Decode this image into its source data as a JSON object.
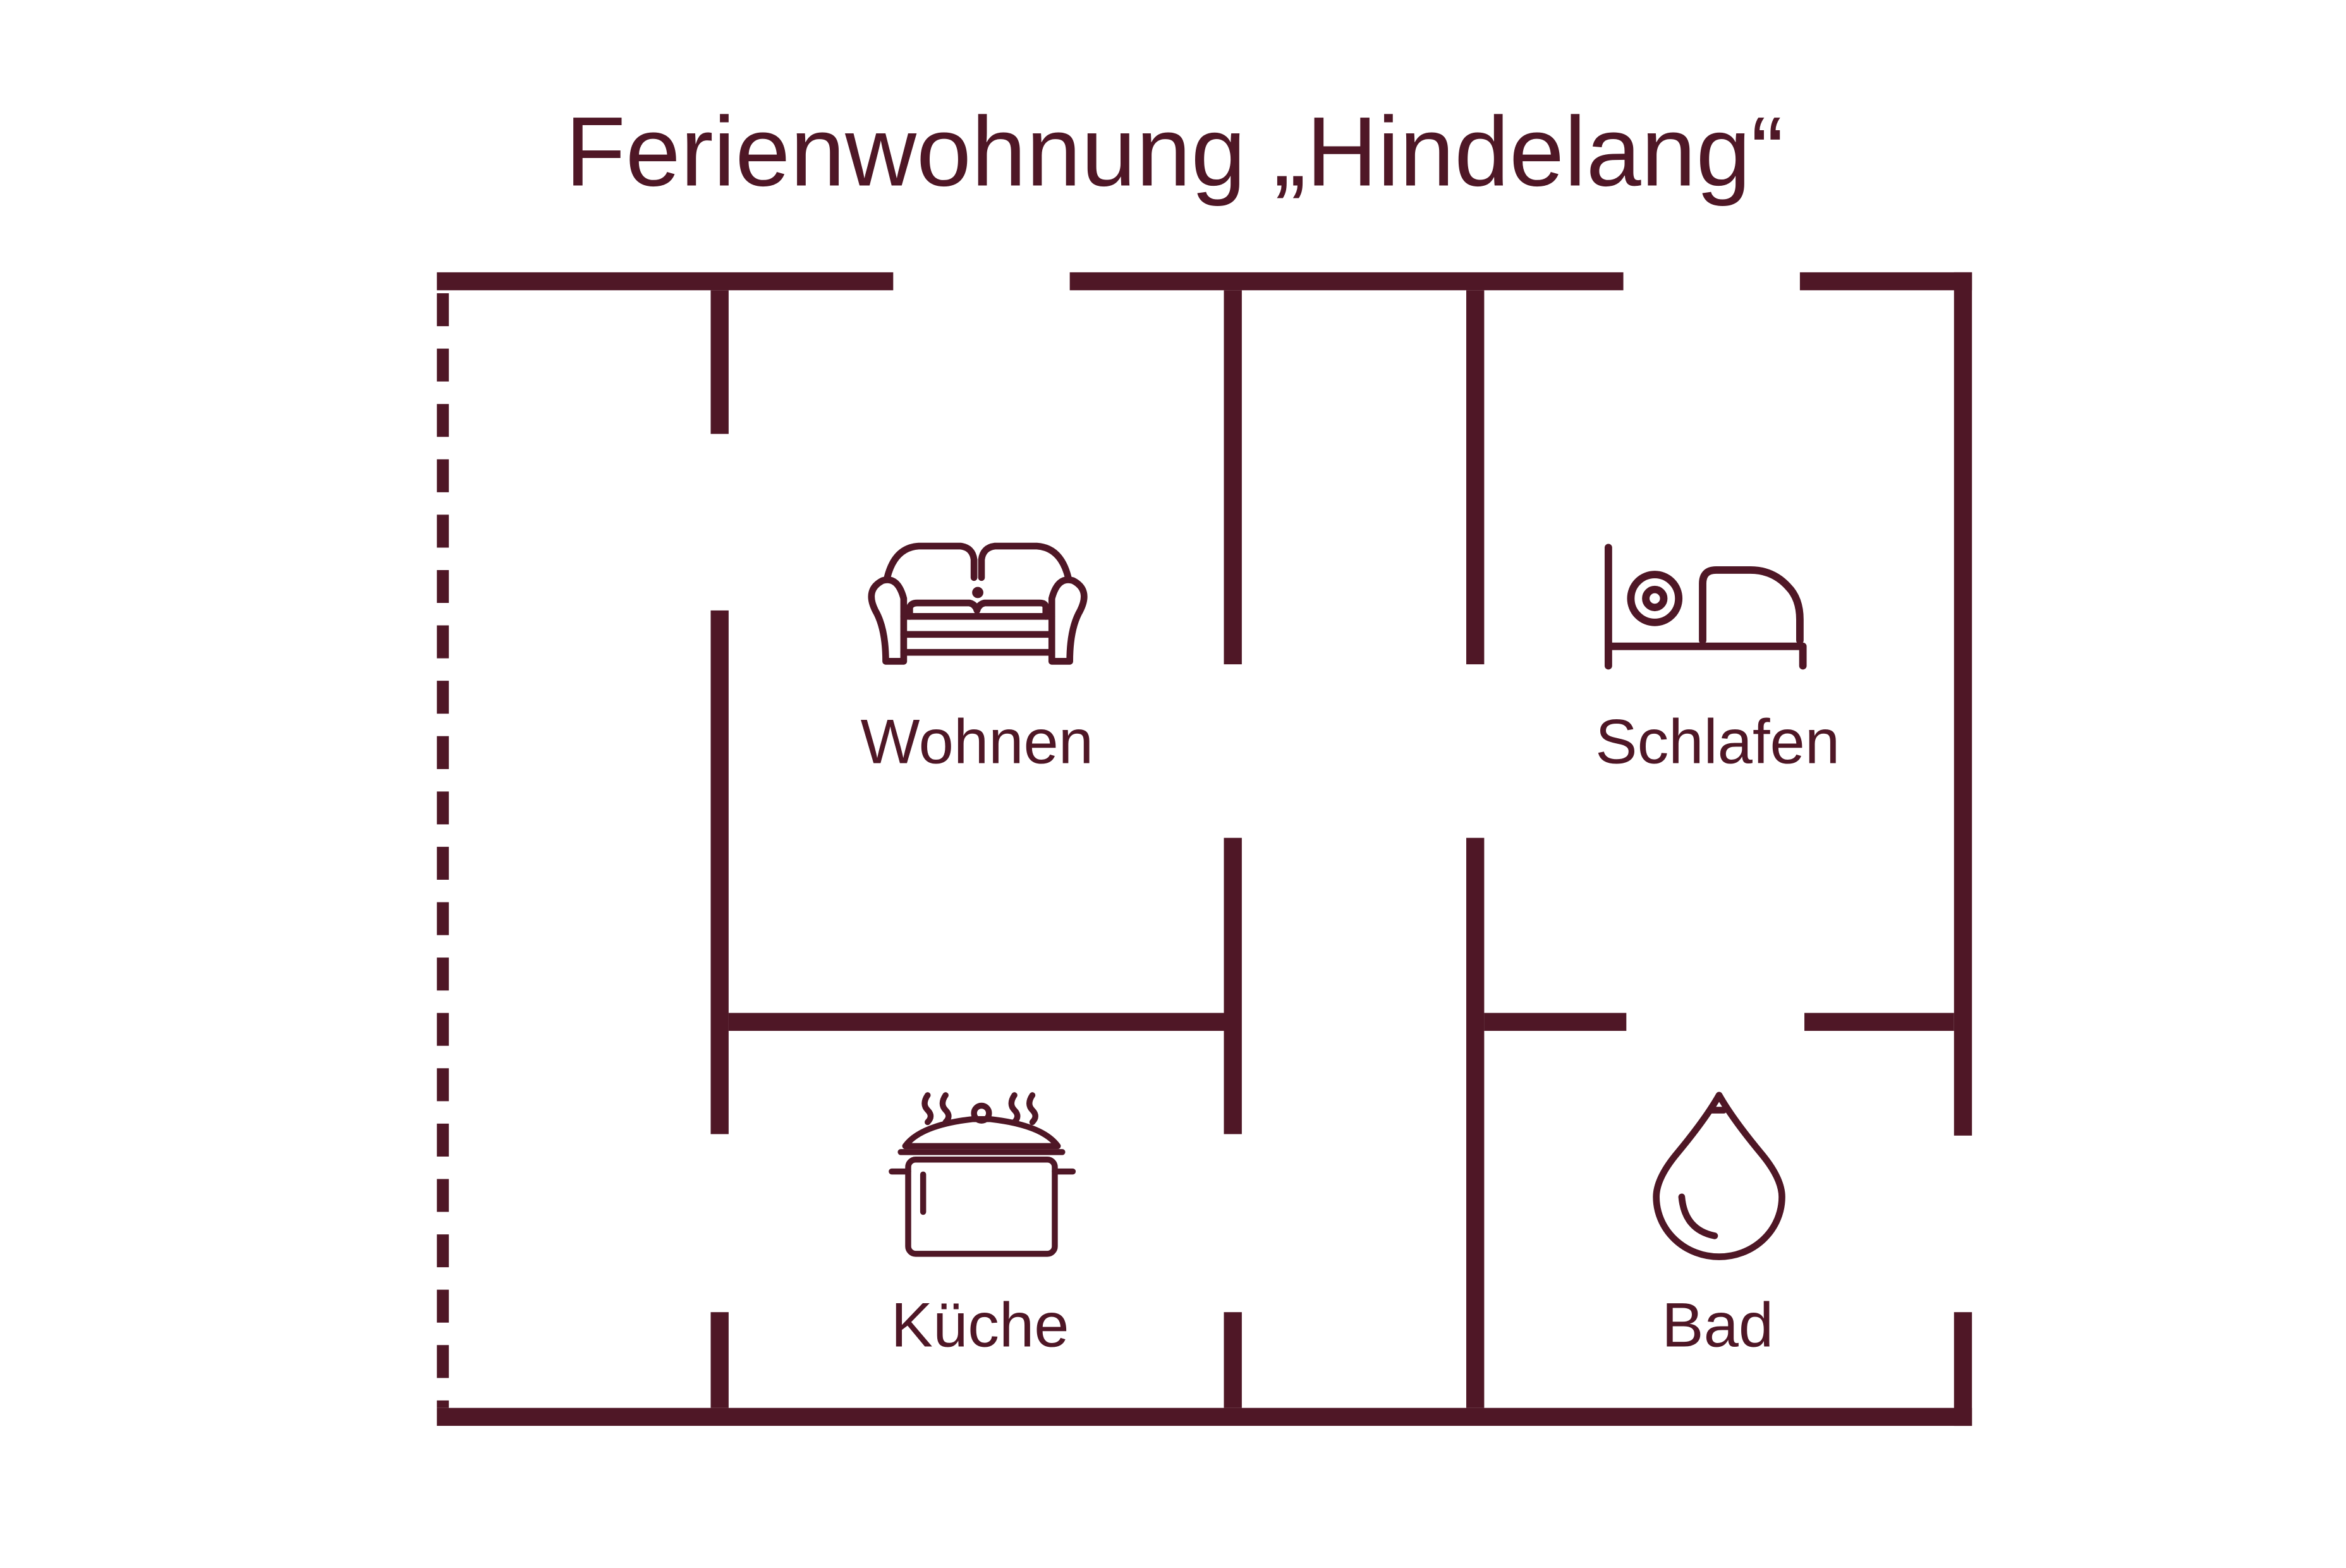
{
  "title": "Ferienwohnung „Hindelang“",
  "rooms": {
    "wohnen": {
      "label": "Wohnen",
      "icon": "sofa-icon"
    },
    "schlafen": {
      "label": "Schlafen",
      "icon": "bed-icon"
    },
    "kueche": {
      "label": "Küche",
      "icon": "cooking-pot-icon"
    },
    "bad": {
      "label": "Bad",
      "icon": "water-drop-icon"
    }
  },
  "colors": {
    "wall": "#4f1726",
    "background": "#ffffff"
  }
}
